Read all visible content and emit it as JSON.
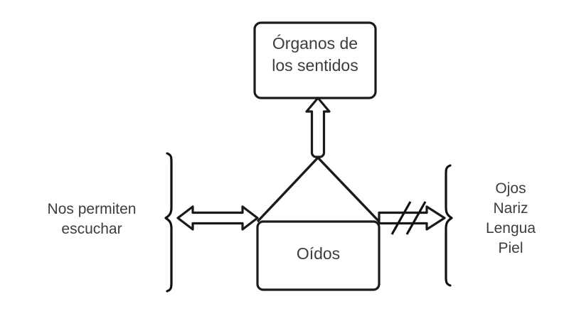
{
  "diagram": {
    "type": "concept-map",
    "title_node": {
      "id": "organos-de-los-sentidos",
      "label": "Órganos de\nlos sentidos",
      "shape": "rounded-rectangle"
    },
    "main_node": {
      "id": "oidos",
      "label": "Oídos",
      "shape": "house"
    },
    "left_branch": {
      "id": "nos-permiten-escuchar",
      "label": "Nos permiten\nescuchar",
      "connector": "double-headed-arrow",
      "bracket": "right-curly-brace"
    },
    "right_branch": {
      "id": "otros-organos",
      "label": "Ojos\nNariz\nLengua\nPiel",
      "connector": "arrow-crossed-out",
      "bracket": "left-curly-brace"
    },
    "up_connector": {
      "id": "oidos-to-organos",
      "direction": "up",
      "style": "block-arrow"
    },
    "colors": {
      "stroke": "#1a1a1a",
      "text": "#3d3d3d",
      "background": "#ffffff"
    }
  }
}
